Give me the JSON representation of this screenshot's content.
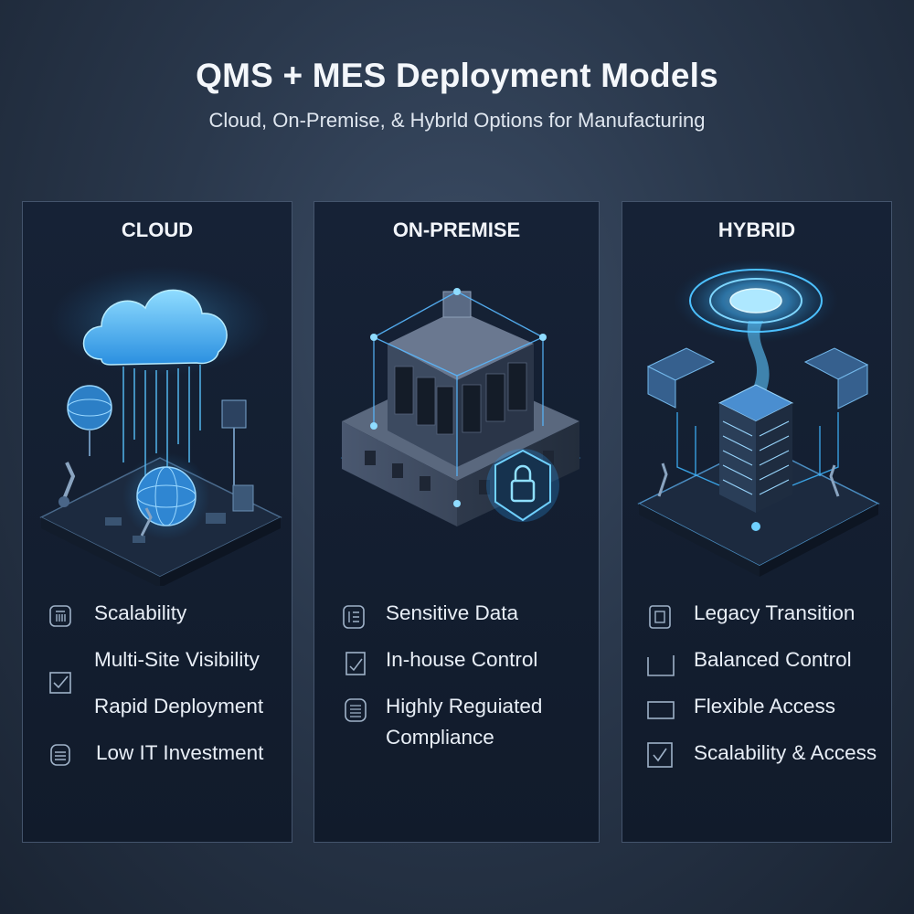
{
  "header": {
    "title": "QMS + MES Deployment Models",
    "subtitle": "Cloud, On-Premise, & Hybrld Options for Manufacturing"
  },
  "panels": [
    {
      "title": "CLOUD",
      "icons": [
        "cloud-icon",
        "globe-icon"
      ],
      "features": [
        "Scalability",
        "Multi-Site Visibility",
        "Rapid Deployment",
        "Low IT Investment"
      ]
    },
    {
      "title": "ON-PREMISE",
      "icons": [
        "server-building-icon",
        "lock-icon"
      ],
      "features": [
        "Sensitive Data",
        "In-house Control",
        "Highly Reguiated",
        "Compliance"
      ]
    },
    {
      "title": "HYBRID",
      "icons": [
        "portal-icon",
        "server-tower-icon"
      ],
      "features": [
        "Legacy Transition",
        "Balanced Control",
        "Flexible Access",
        "Scalability & Access"
      ]
    }
  ],
  "colors": {
    "accent": "#3fb6ff",
    "panel": "#131d2e",
    "border": "#44546c"
  }
}
